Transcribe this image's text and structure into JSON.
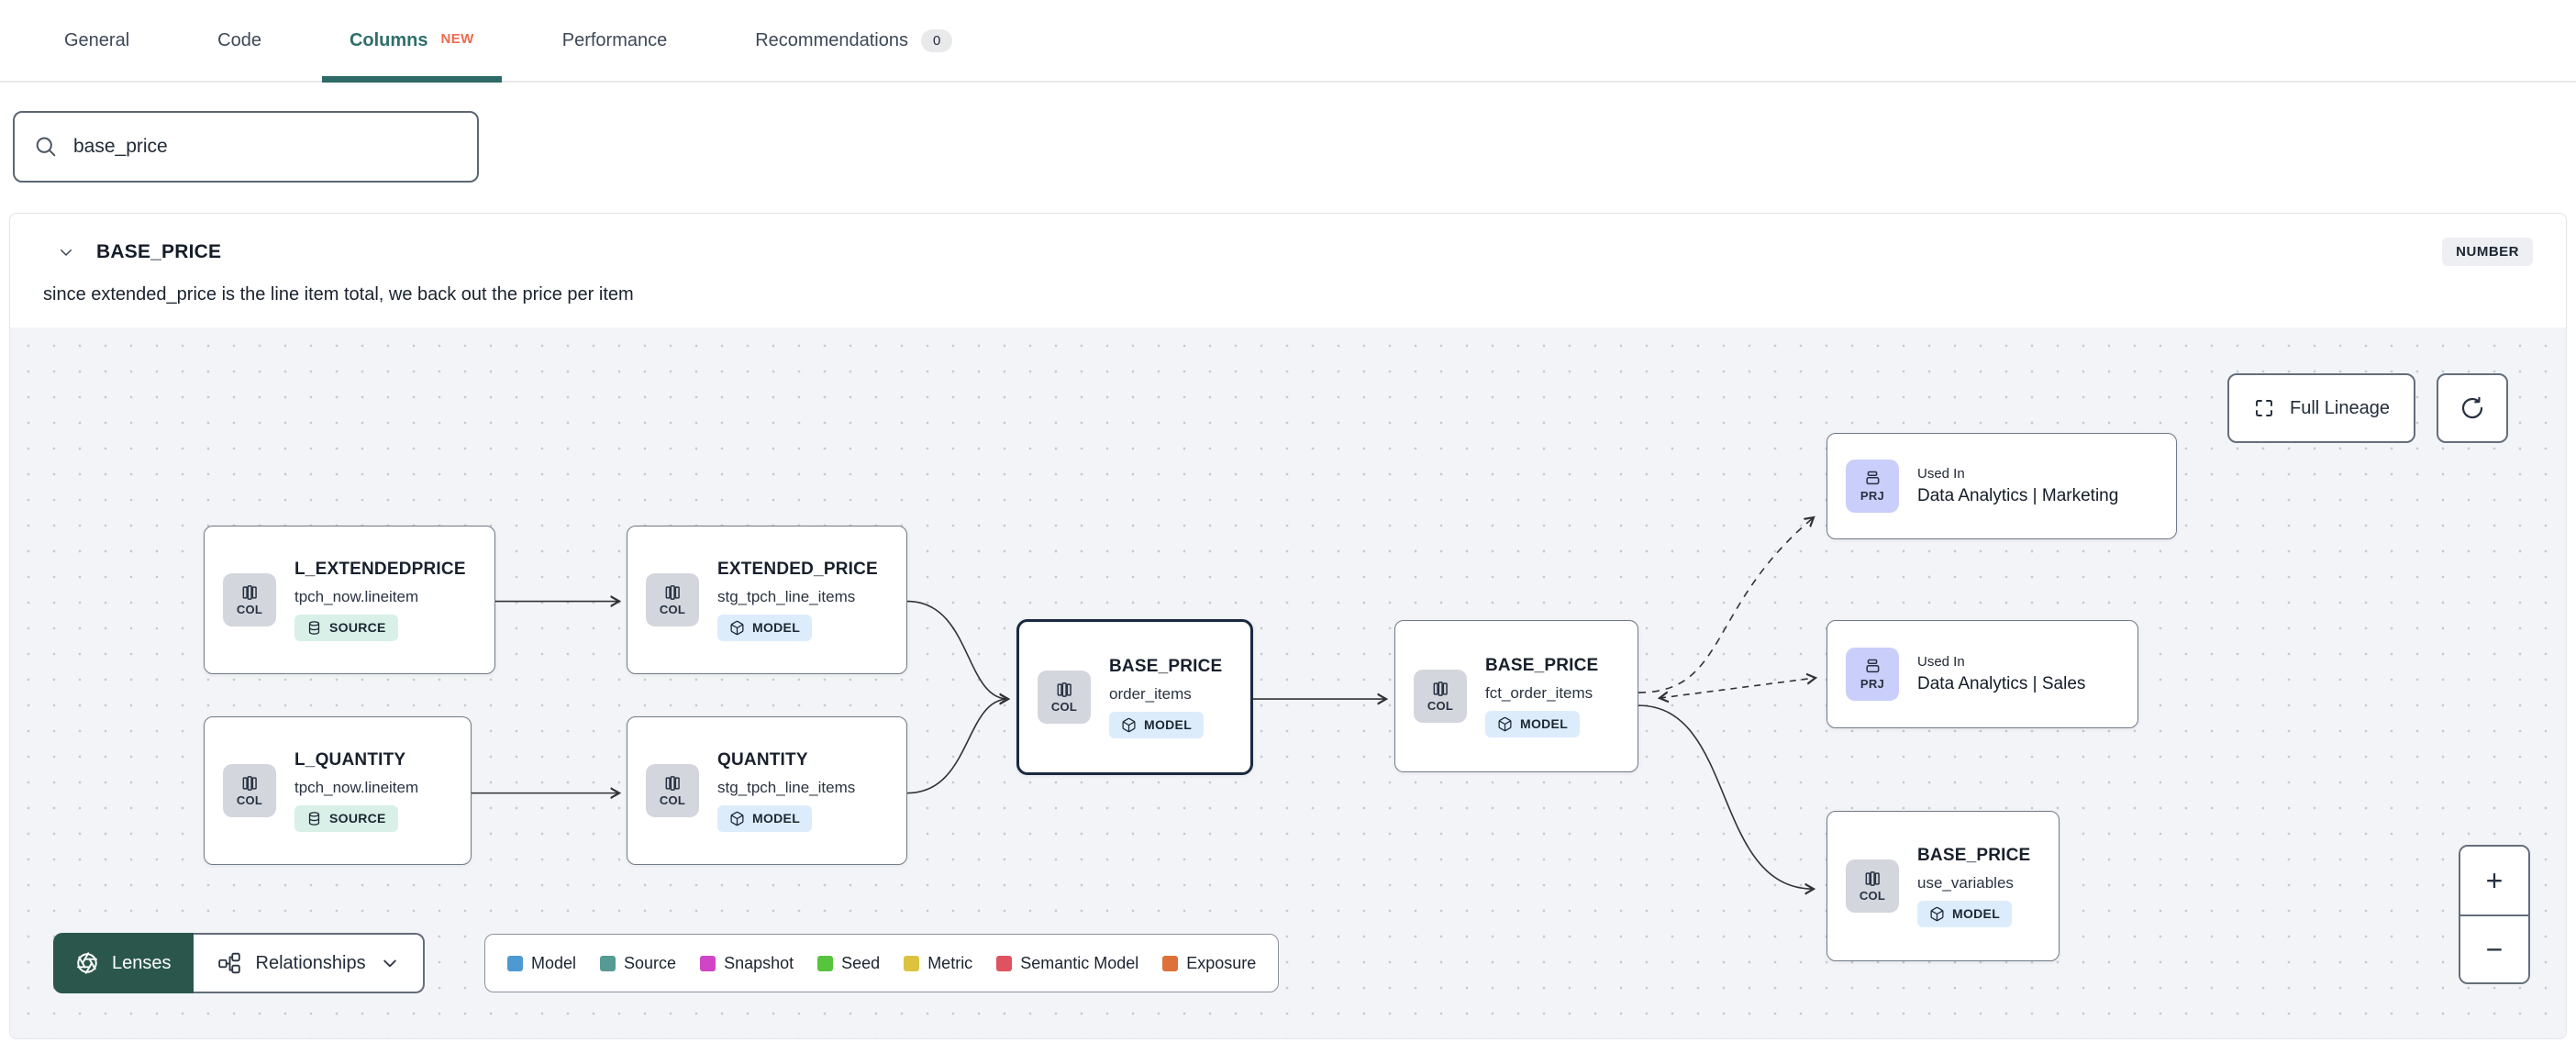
{
  "tabs": {
    "items": [
      {
        "label": "General"
      },
      {
        "label": "Code"
      },
      {
        "label": "Columns",
        "badge": "NEW"
      },
      {
        "label": "Performance"
      },
      {
        "label": "Recommendations",
        "count": "0"
      }
    ]
  },
  "search": {
    "value": "base_price"
  },
  "column_panel": {
    "name": "BASE_PRICE",
    "type_badge": "NUMBER",
    "description": "since extended_price is the line item total, we back out the price per item"
  },
  "lineage": {
    "controls": {
      "full_lineage_label": "Full Lineage",
      "zoom_in": "+",
      "zoom_out": "−"
    },
    "nodes": [
      {
        "title": "L_EXTENDEDPRICE",
        "subtitle": "tpch_now.lineitem",
        "badge": "COL",
        "kind": "SOURCE"
      },
      {
        "title": "EXTENDED_PRICE",
        "subtitle": "stg_tpch_line_items",
        "badge": "COL",
        "kind": "MODEL"
      },
      {
        "title": "L_QUANTITY",
        "subtitle": "tpch_now.lineitem",
        "badge": "COL",
        "kind": "SOURCE"
      },
      {
        "title": "QUANTITY",
        "subtitle": "stg_tpch_line_items",
        "badge": "COL",
        "kind": "MODEL"
      },
      {
        "title": "BASE_PRICE",
        "subtitle": "order_items",
        "badge": "COL",
        "kind": "MODEL"
      },
      {
        "title": "BASE_PRICE",
        "subtitle": "fct_order_items",
        "badge": "COL",
        "kind": "MODEL"
      },
      {
        "title": "Used In",
        "subtitle": "Data Analytics | Marketing",
        "badge": "PRJ"
      },
      {
        "title": "Used In",
        "subtitle": "Data Analytics | Sales",
        "badge": "PRJ"
      },
      {
        "title": "BASE_PRICE",
        "subtitle": "use_variables",
        "badge": "COL",
        "kind": "MODEL"
      }
    ],
    "toolbar": {
      "lenses_label": "Lenses",
      "relationships_label": "Relationships"
    },
    "legend": [
      {
        "label": "Model",
        "color": "#4d9ad2"
      },
      {
        "label": "Source",
        "color": "#569b93"
      },
      {
        "label": "Snapshot",
        "color": "#cf45c4"
      },
      {
        "label": "Seed",
        "color": "#57c43e"
      },
      {
        "label": "Metric",
        "color": "#dcc33f"
      },
      {
        "label": "Semantic Model",
        "color": "#df5260"
      },
      {
        "label": "Exposure",
        "color": "#dd7138"
      }
    ]
  }
}
